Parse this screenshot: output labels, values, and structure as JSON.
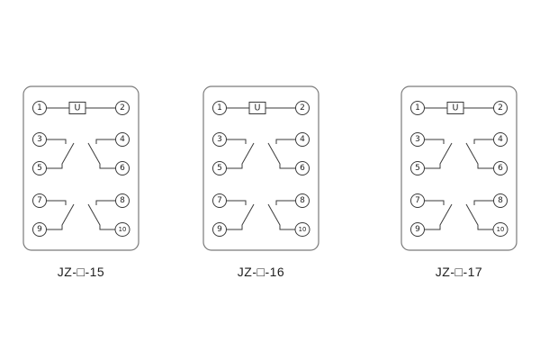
{
  "panels": [
    {
      "label": "JZ-□-15",
      "coil_label": "U",
      "terminals": [
        "1",
        "2",
        "3",
        "4",
        "5",
        "6",
        "7",
        "8",
        "9",
        "10"
      ]
    },
    {
      "label": "JZ-□-16",
      "coil_label": "U",
      "terminals": [
        "1",
        "2",
        "3",
        "4",
        "5",
        "6",
        "7",
        "8",
        "9",
        "10"
      ]
    },
    {
      "label": "JZ-□-17",
      "coil_label": "U",
      "terminals": [
        "1",
        "2",
        "3",
        "4",
        "5",
        "6",
        "7",
        "8",
        "9",
        "10"
      ]
    }
  ]
}
